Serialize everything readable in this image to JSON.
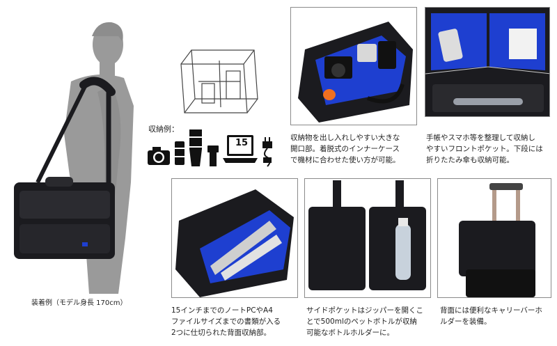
{
  "model_caption": "装着例（モデル身長 170cm）",
  "storage_label": "収納例：",
  "laptop_size_label": "15",
  "captions": {
    "main_opening": "収納物を出し入れしやすい大きな\n開口部。着脱式のインナーケース\nで機材に合わせた使い方が可能。",
    "front_pocket": "手帳やスマホ等を整理して収納し\nやすいフロントポケット。下段には\n折りたたみ傘も収納可能。",
    "back_pocket": "15インチまでのノートPCやA4\nファイルサイズまでの書類が入る\n2つに仕切られた背面収納部。",
    "side_pocket": "サイドポケットはジッパーを開くこ\nとで500mlのペットボトルが収納\n可能なボトルホルダーに。",
    "carry_bar": "背面には便利なキャリーバーホ\nルダーを装備。"
  },
  "icons": [
    "camera-icon",
    "lens-icon",
    "telephoto-lens-icon",
    "flash-icon",
    "laptop-icon",
    "charger-icon"
  ],
  "colors": {
    "accent_blue": "#1e3fd0",
    "bag_black": "#1b1b1f",
    "silhouette": "#9a9a9a"
  }
}
